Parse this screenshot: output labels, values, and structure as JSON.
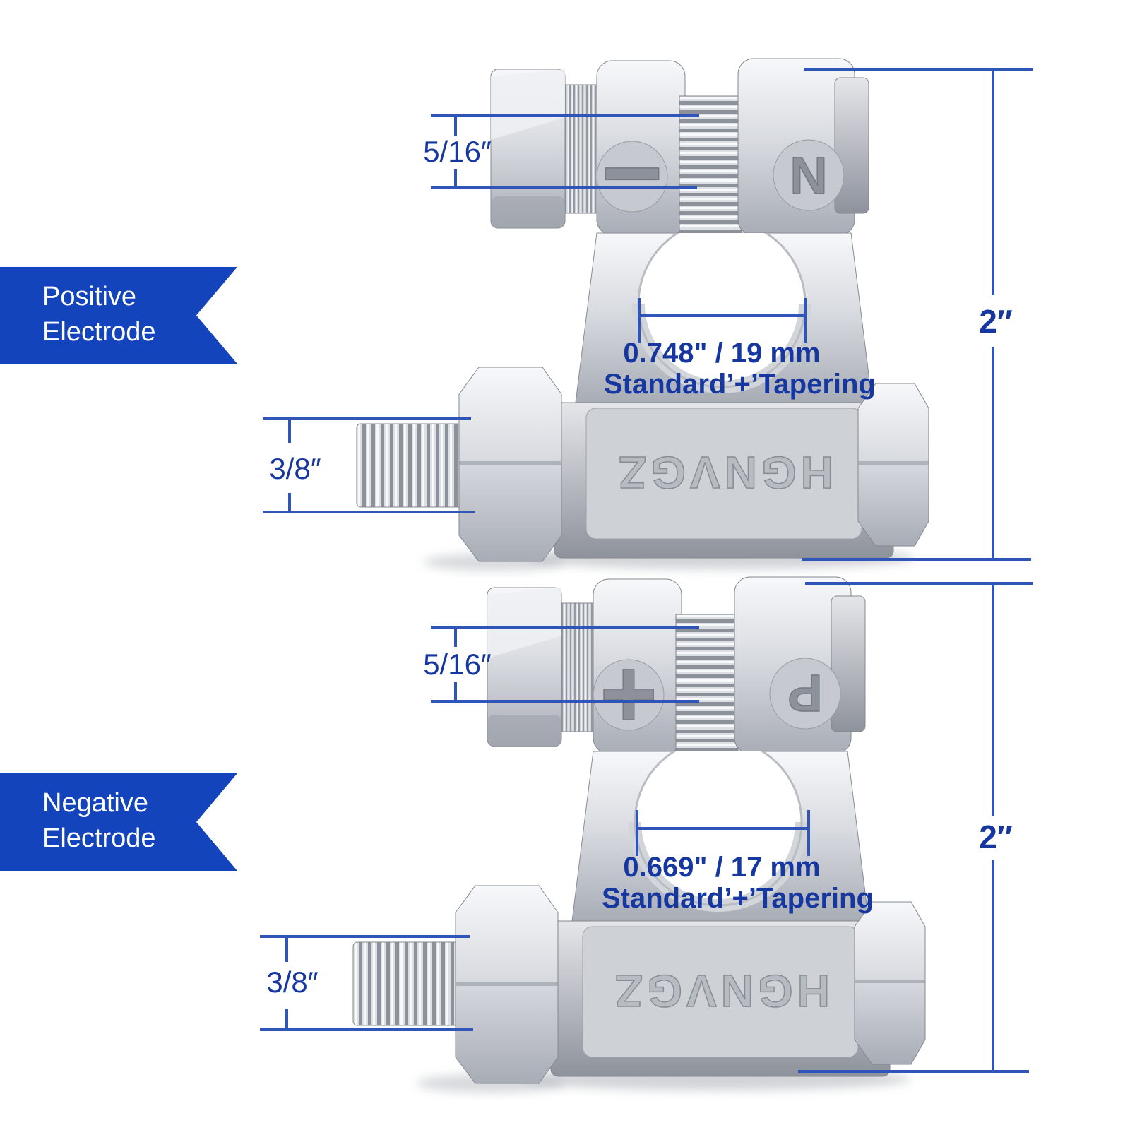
{
  "colors": {
    "ribbon_blue": "#1444bb",
    "dim_line_blue": "#2e55b7",
    "dim_text_blue": "#16379f",
    "metal_light": "#f7f8fa",
    "metal_dark": "#a8acb5"
  },
  "ribbons": [
    {
      "line1": "Positive",
      "line2": "Electrode"
    },
    {
      "line1": "Negative",
      "line2": "Electrode"
    }
  ],
  "clamps": [
    {
      "polarity_mark": "−",
      "letter_mark": "N",
      "brand": "HGNVGZ",
      "dims": {
        "clamp_bolt": "5/16″",
        "hole": "0.748\" / 19 mm",
        "hole_note": "Standard’+’Tapering",
        "stud": "3/8″",
        "height": "2″"
      }
    },
    {
      "polarity_mark": "+",
      "letter_mark": "P",
      "brand": "HGNVGZ",
      "dims": {
        "clamp_bolt": "5/16″",
        "hole": "0.669\" / 17 mm",
        "hole_note": "Standard’+’Tapering",
        "stud": "3/8″",
        "height": "2″"
      }
    }
  ]
}
